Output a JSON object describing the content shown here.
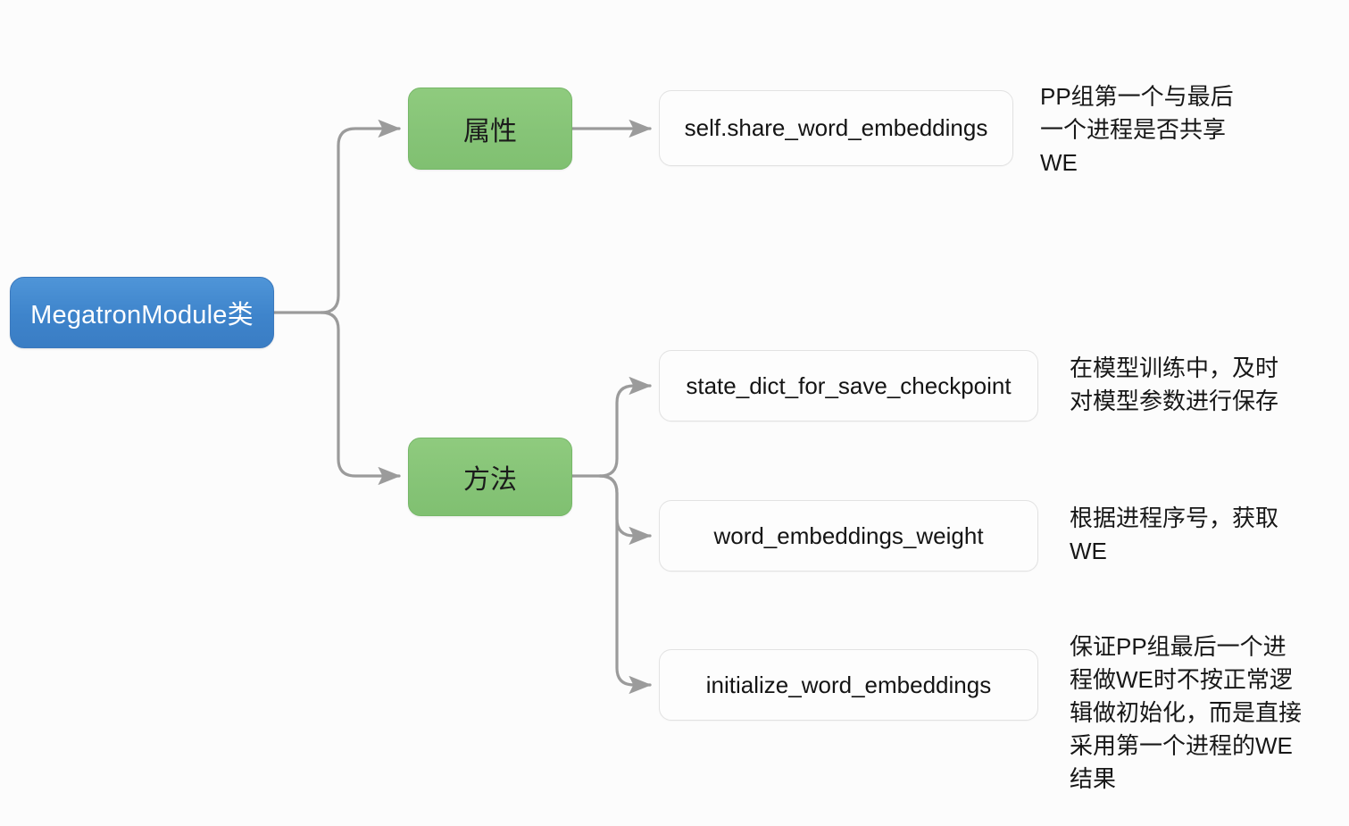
{
  "diagram": {
    "type": "mind-map",
    "background_color": "#fcfcfc",
    "edge_color": "#9b9b9b",
    "root": {
      "label": "MegatronModule类",
      "color": "#4287cc",
      "text_color": "#ffffff"
    },
    "branches": [
      {
        "id": "attributes",
        "label": "属性",
        "color": "#86c477",
        "children": [
          {
            "id": "share-word-embeddings",
            "label": "self.share_word_embeddings",
            "annotation": "PP组第一个与最后\n一个进程是否共享\nWE"
          }
        ]
      },
      {
        "id": "methods",
        "label": "方法",
        "color": "#86c477",
        "children": [
          {
            "id": "state-dict-for-save-checkpoint",
            "label": "state_dict_for_save_checkpoint",
            "annotation": "在模型训练中，及时\n对模型参数进行保存"
          },
          {
            "id": "word-embeddings-weight",
            "label": "word_embeddings_weight",
            "annotation": "根据进程序号，获取\nWE"
          },
          {
            "id": "initialize-word-embeddings",
            "label": "initialize_word_embeddings",
            "annotation": "保证PP组最后一个进\n程做WE时不按正常逻\n辑做初始化，而是直接\n采用第一个进程的WE\n结果"
          }
        ]
      }
    ]
  }
}
